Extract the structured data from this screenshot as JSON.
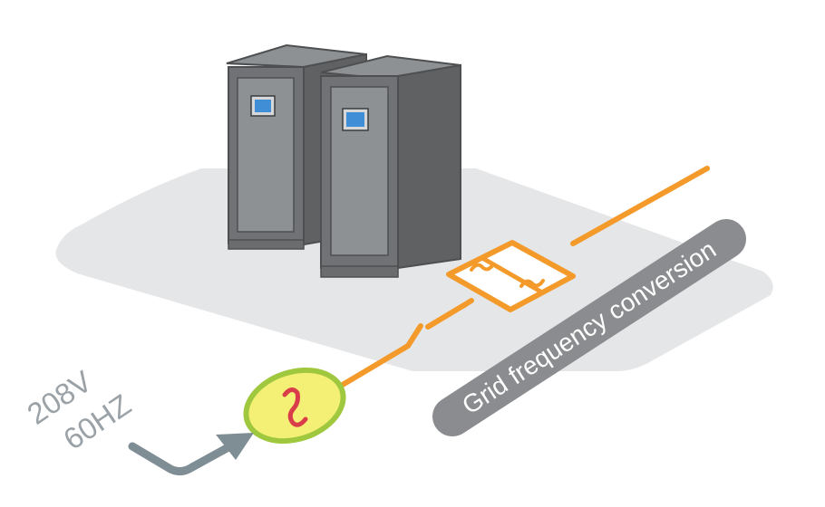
{
  "input_label": {
    "voltage": "208V",
    "frequency": "60HZ"
  },
  "pill_label": "Grid frequency conversion",
  "colors": {
    "floor": "#e5e6e7",
    "power_line": "#f39a2b",
    "cabinet_dark": "#5f6163",
    "cabinet_mid": "#8e9193",
    "screen": "#3f8ed6",
    "source_fill": "#f4f075",
    "source_ring": "#9fc83f",
    "source_symbol": "#d93d4a",
    "pill_bg": "#8a8c8f",
    "arrow": "#7f8d94",
    "input_text": "#9aa2a7"
  },
  "icons": [
    "ac-source-icon",
    "frequency-converter-icon",
    "switch-icon",
    "input-arrow-icon",
    "ups-cabinet-icon"
  ]
}
